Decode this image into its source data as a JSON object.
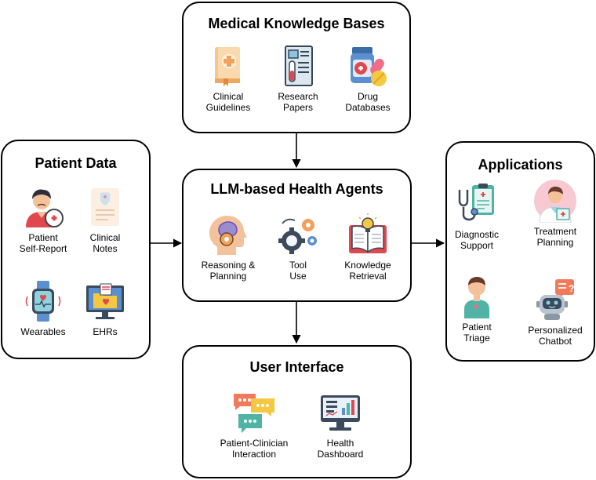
{
  "knowledge": {
    "title": "Medical Knowledge Bases",
    "items": [
      {
        "label": "Clinical\nGuidelines",
        "icon": "guideline-book-icon"
      },
      {
        "label": "Research\nPapers",
        "icon": "research-paper-icon"
      },
      {
        "label": "Drug\nDatabases",
        "icon": "pill-bottle-icon"
      }
    ]
  },
  "patient": {
    "title": "Patient Data",
    "items": [
      {
        "label": "Patient\nSelf-Report",
        "icon": "patient-icon"
      },
      {
        "label": "Clinical\nNotes",
        "icon": "clinical-notes-icon"
      },
      {
        "label": "Wearables",
        "icon": "smartwatch-icon"
      },
      {
        "label": "EHRs",
        "icon": "ehr-monitor-icon"
      }
    ]
  },
  "agents": {
    "title": "LLM-based Health Agents",
    "items": [
      {
        "label": "Reasoning &\nPlanning",
        "icon": "brain-gear-icon"
      },
      {
        "label": "Tool\nUse",
        "icon": "gears-icon"
      },
      {
        "label": "Knowledge\nRetrieval",
        "icon": "open-book-bulb-icon"
      }
    ]
  },
  "applications": {
    "title": "Applications",
    "items": [
      {
        "label": "Diagnostic\nSupport",
        "icon": "stethoscope-clipboard-icon"
      },
      {
        "label": "Treatment\nPlanning",
        "icon": "doctor-icon"
      },
      {
        "label": "Patient\nTriage",
        "icon": "person-icon"
      },
      {
        "label": "Personalized\nChatbot",
        "icon": "robot-icon"
      }
    ]
  },
  "ui": {
    "title": "User Interface",
    "items": [
      {
        "label": "Patient-Clinician\nInteraction",
        "icon": "chat-bubbles-icon"
      },
      {
        "label": "Health\nDashboard",
        "icon": "dashboard-monitor-icon"
      }
    ]
  },
  "colors": {
    "arrow": "#000000",
    "orange": "#f5a05a",
    "teal": "#4fb3a6",
    "blue": "#3b6ea8",
    "red": "#e0484d",
    "yellow": "#f5c842",
    "skin": "#f3c29b",
    "purple": "#6a4fb3"
  }
}
